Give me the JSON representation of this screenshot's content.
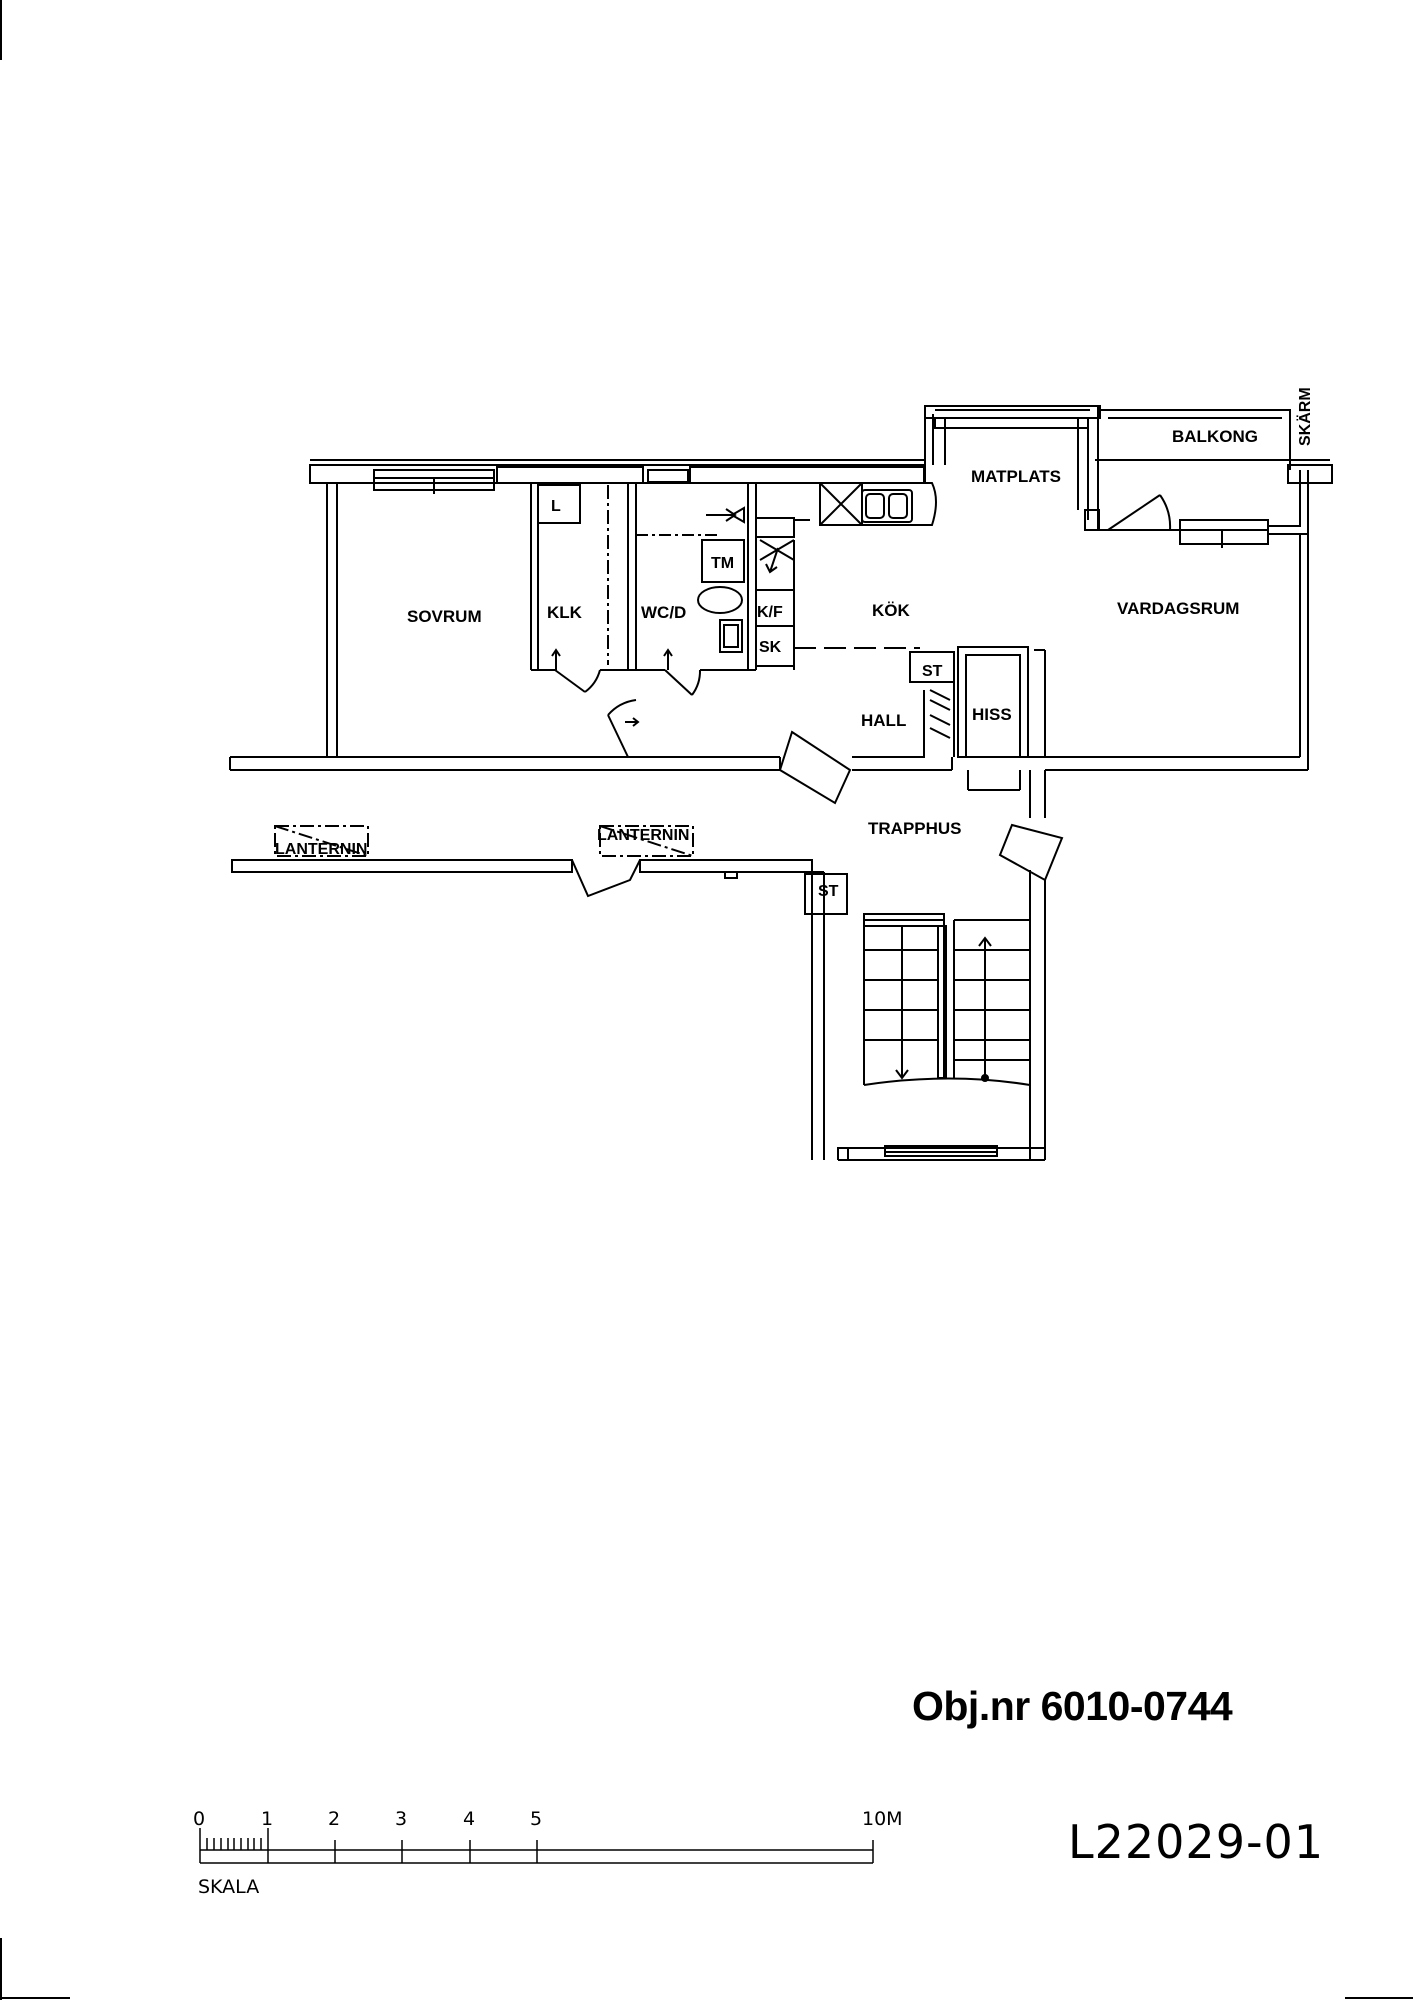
{
  "rooms": {
    "sovrum": "SOVRUM",
    "klk": "KLK",
    "l": "L",
    "wc": "WC/D",
    "tm": "TM",
    "kf": "K/F",
    "sk": "SK",
    "kok": "KÖK",
    "matplats": "MATPLATS",
    "balkong": "BALKONG",
    "skarm": "SKÄRM",
    "vardagsrum": "VARDAGSRUM",
    "hall": "HALL",
    "st": "ST",
    "hiss": "HISS",
    "trapphus": "TRAPPHUS",
    "st2": "ST",
    "lanternin1": "LANTERNIN",
    "lanternin2": "LANTERNIN"
  },
  "object_number": "Obj.nr 6010-0744",
  "drawing_number": "L22029-01",
  "scale": {
    "label": "SKALA",
    "ticks": [
      "0",
      "1",
      "2",
      "3",
      "4",
      "5",
      "10M"
    ]
  },
  "colors": {
    "ink": "#000000",
    "paper": "#ffffff"
  }
}
